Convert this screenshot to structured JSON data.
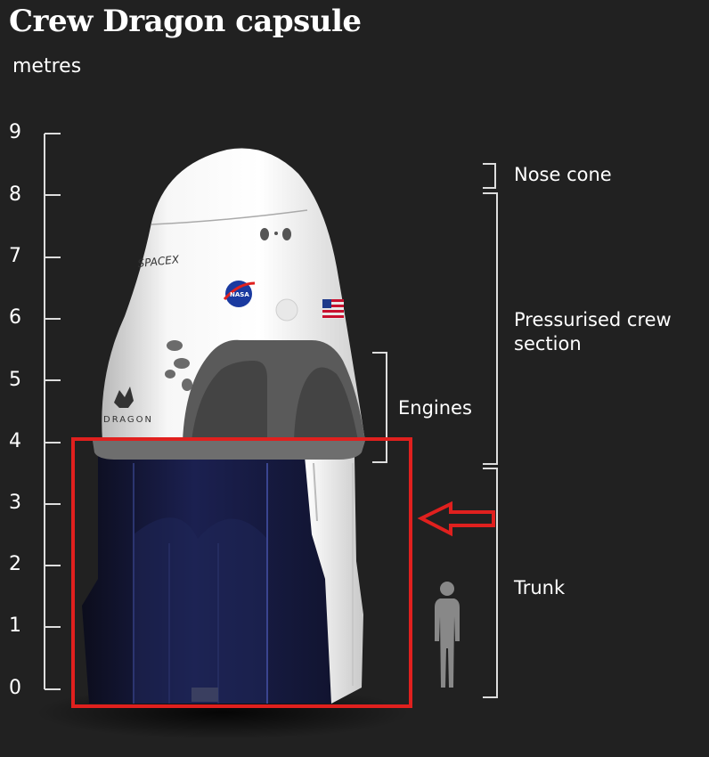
{
  "title": "Crew Dragon capsule",
  "unit": "metres",
  "axis": {
    "ticks": [
      "0",
      "1",
      "2",
      "3",
      "4",
      "5",
      "6",
      "7",
      "8",
      "9"
    ],
    "range": [
      0,
      9
    ]
  },
  "sections": [
    {
      "label": "Nose cone",
      "from": 8.1,
      "to": 8.5
    },
    {
      "label": "Pressurised crew section",
      "from": 3.6,
      "to": 8.1
    },
    {
      "label": "Engines",
      "from": 3.6,
      "to": 5.5
    },
    {
      "label": "Trunk",
      "from": 0,
      "to": 3.6
    }
  ],
  "capsule_markings": {
    "brand": "SPACEX",
    "agency": "NASA",
    "vehicle": "DRAGON"
  },
  "annotation": {
    "highlight_target": "Trunk",
    "color": "#e0201e"
  },
  "colors": {
    "background": "#212121",
    "capsule_white": "#f2f2f2",
    "trunk_blue": "#16193a",
    "highlight_red": "#e0201e"
  }
}
